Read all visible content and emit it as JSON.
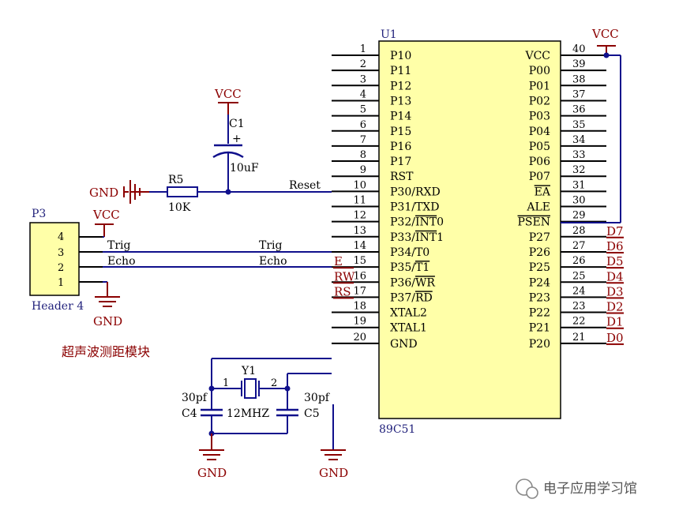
{
  "chip": {
    "designator": "U1",
    "part": "89C51",
    "left_pins": [
      {
        "num": "1",
        "label": "P10"
      },
      {
        "num": "2",
        "label": "P11"
      },
      {
        "num": "3",
        "label": "P12"
      },
      {
        "num": "4",
        "label": "P13"
      },
      {
        "num": "5",
        "label": "P14"
      },
      {
        "num": "6",
        "label": "P15"
      },
      {
        "num": "7",
        "label": "P16"
      },
      {
        "num": "8",
        "label": "P17"
      },
      {
        "num": "9",
        "label": "RST"
      },
      {
        "num": "10",
        "label": "P30/RXD"
      },
      {
        "num": "11",
        "label": "P31/TXD"
      },
      {
        "num": "12",
        "label": "P32/",
        "over": "INT",
        "suffix": "0"
      },
      {
        "num": "13",
        "label": "P33/",
        "over": "INT",
        "suffix": "1"
      },
      {
        "num": "14",
        "label": "P34/T0"
      },
      {
        "num": "15",
        "label": "P35/",
        "over": "T1",
        "suffix": ""
      },
      {
        "num": "16",
        "label": "P36/",
        "over": "WR",
        "suffix": ""
      },
      {
        "num": "17",
        "label": "P37/",
        "over": "RD",
        "suffix": ""
      },
      {
        "num": "18",
        "label": "XTAL2"
      },
      {
        "num": "19",
        "label": "XTAL1"
      },
      {
        "num": "20",
        "label": "GND"
      }
    ],
    "right_pins": [
      {
        "num": "40",
        "label": "VCC"
      },
      {
        "num": "39",
        "label": "P00"
      },
      {
        "num": "38",
        "label": "P01"
      },
      {
        "num": "37",
        "label": "P02"
      },
      {
        "num": "36",
        "label": "P03"
      },
      {
        "num": "35",
        "label": "P04"
      },
      {
        "num": "34",
        "label": "P05"
      },
      {
        "num": "33",
        "label": "P06"
      },
      {
        "num": "32",
        "label": "P07"
      },
      {
        "num": "31",
        "label": "",
        "over": "EA",
        "suffix": ""
      },
      {
        "num": "30",
        "label": "ALE"
      },
      {
        "num": "29",
        "label": "",
        "over": "PSEN",
        "suffix": ""
      },
      {
        "num": "28",
        "label": "P27"
      },
      {
        "num": "27",
        "label": "P26"
      },
      {
        "num": "26",
        "label": "P25"
      },
      {
        "num": "25",
        "label": "P24"
      },
      {
        "num": "24",
        "label": "P23"
      },
      {
        "num": "23",
        "label": "P22"
      },
      {
        "num": "22",
        "label": "P21"
      },
      {
        "num": "21",
        "label": "P20"
      }
    ],
    "port_nets": [
      "D7",
      "D6",
      "D5",
      "D4",
      "D3",
      "D2",
      "D1",
      "D0"
    ],
    "ctrl_nets": [
      "E",
      "RW",
      "RS"
    ]
  },
  "power": {
    "vcc": "VCC",
    "gnd": "GND"
  },
  "c1": {
    "ref": "C1",
    "value": "10uF",
    "polarity": "+"
  },
  "r5": {
    "ref": "R5",
    "value": "10K"
  },
  "reset_net": "Reset",
  "header": {
    "ref": "P3",
    "name": "Header 4",
    "pins": [
      "4",
      "3",
      "2",
      "1"
    ],
    "trig": "Trig",
    "echo": "Echo"
  },
  "module_label": "超声波测距模块",
  "crystal": {
    "ref": "Y1",
    "pin1": "1",
    "pin2": "2",
    "freq": "12MHZ"
  },
  "c4": {
    "ref": "C4",
    "value": "30pf"
  },
  "c5": {
    "ref": "C5",
    "value": "30pf"
  },
  "watermark": "电子应用学习馆",
  "colors": {
    "wire": "#10108c",
    "power": "#8b0000",
    "chip_fill": "#ffffa8"
  }
}
